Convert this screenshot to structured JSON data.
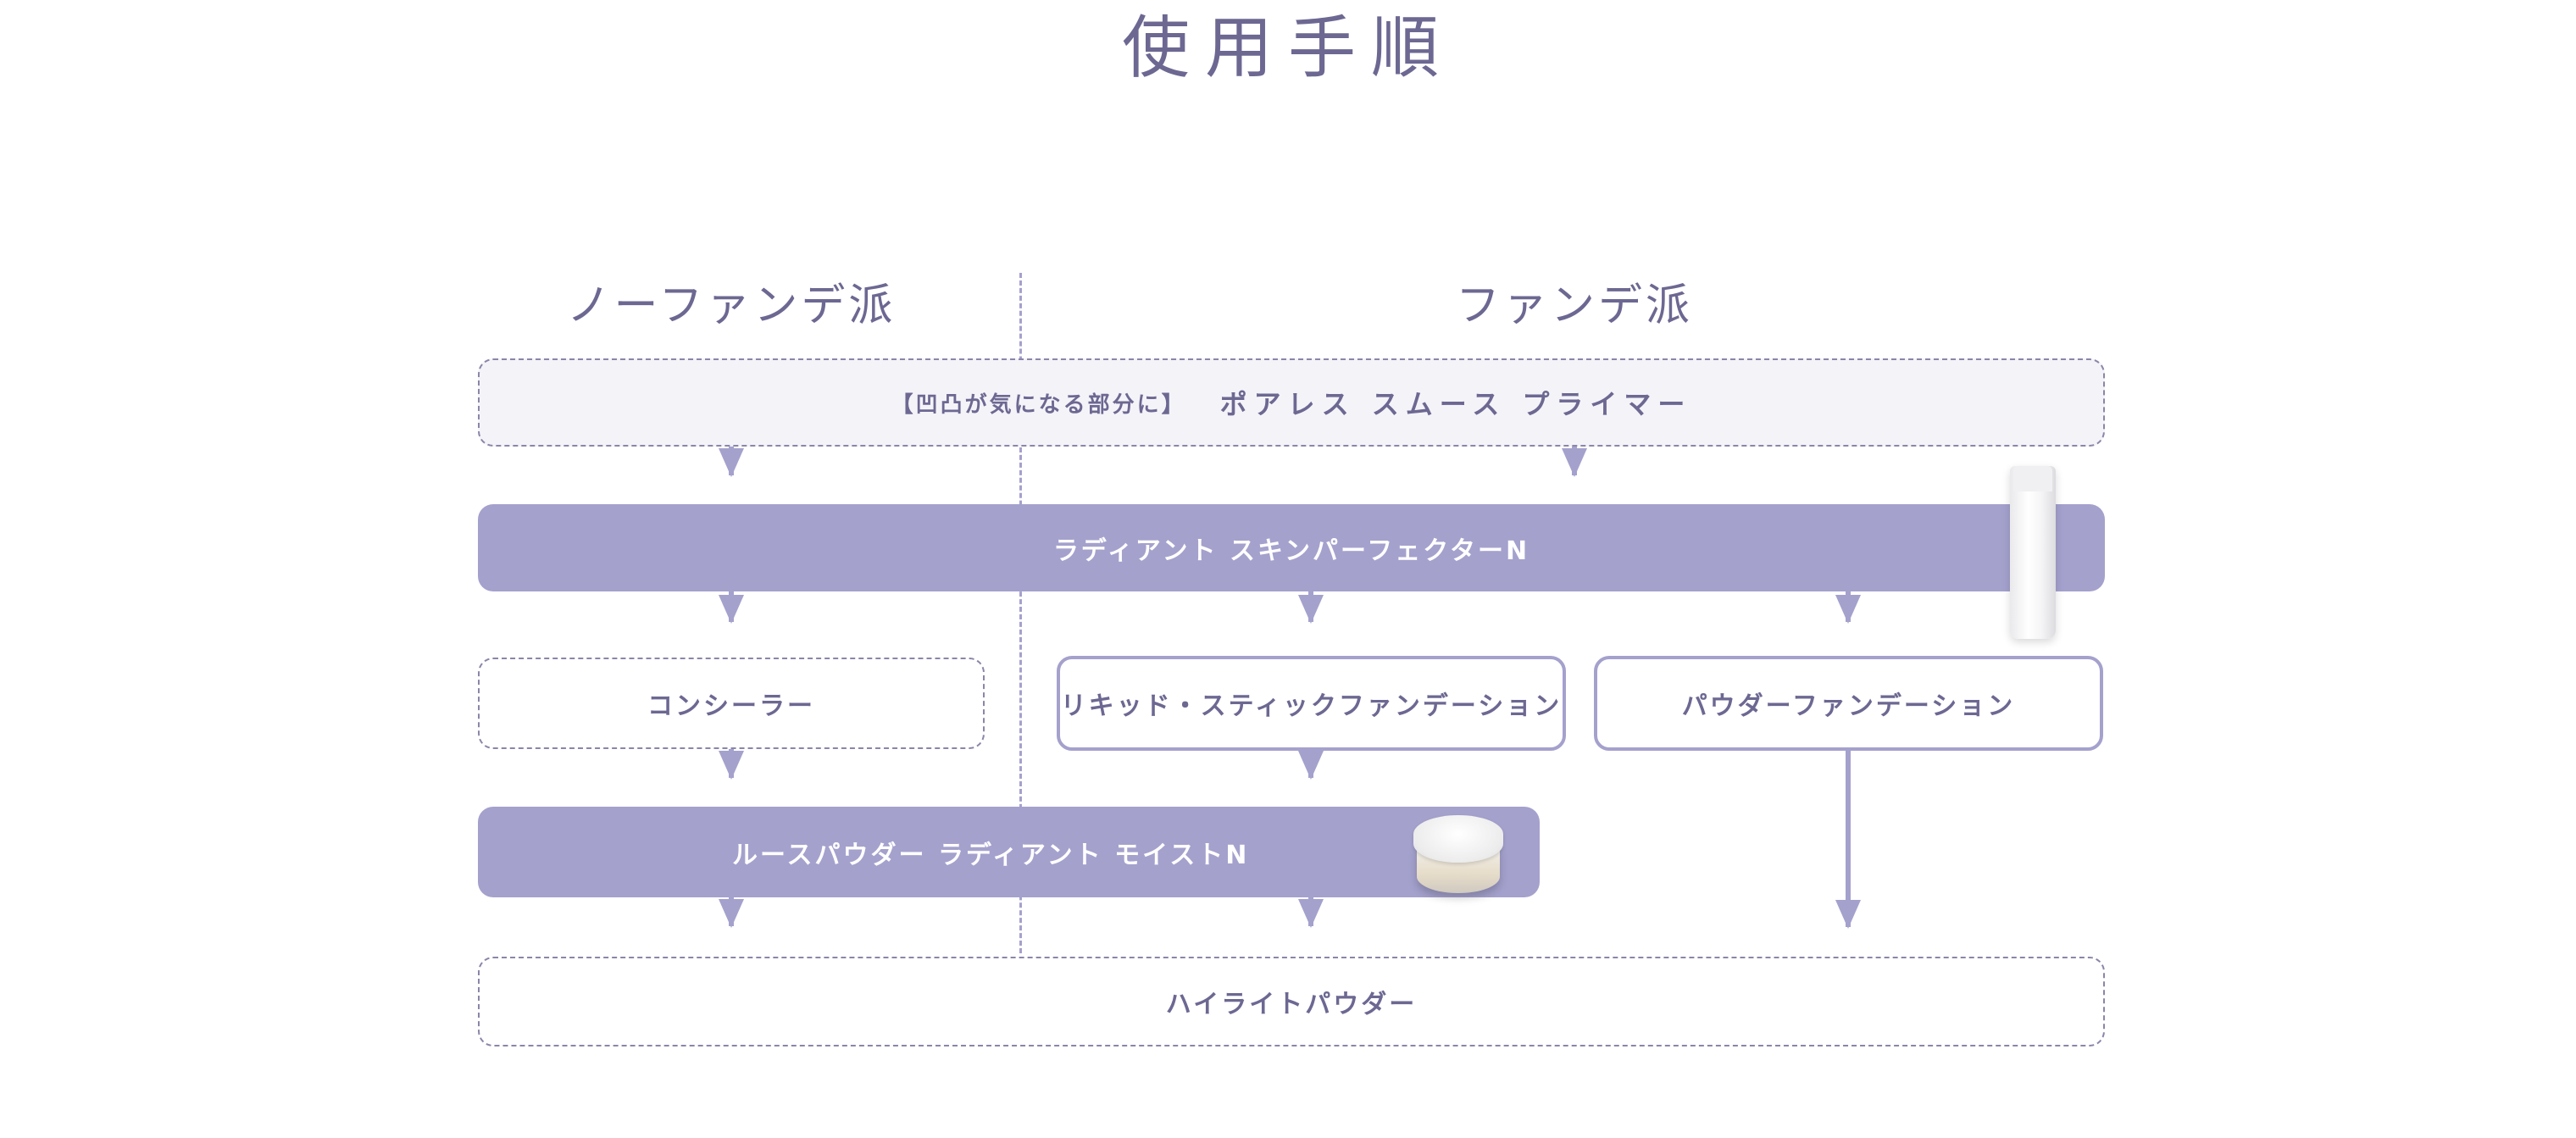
{
  "title": "使用手順",
  "columns": {
    "left": "ノーファンデ派",
    "right": "ファンデ派"
  },
  "steps": {
    "primer": {
      "note": "【凹凸が気になる部分に】",
      "label": "ポアレス スムース プライマー"
    },
    "skin_perfecter": "ラディアント スキンパーフェクターN",
    "concealer": "コンシーラー",
    "liquid_foundation": "リキッド・スティックファンデーション",
    "powder_foundation": "パウダーファンデーション",
    "loose_powder": "ルースパウダー ラディアント モイストN",
    "highlight": "ハイライトパウダー"
  },
  "colors": {
    "accent": "#a4a1cd",
    "text": "#6c6892",
    "primer_fill": "#f4f3f8"
  }
}
